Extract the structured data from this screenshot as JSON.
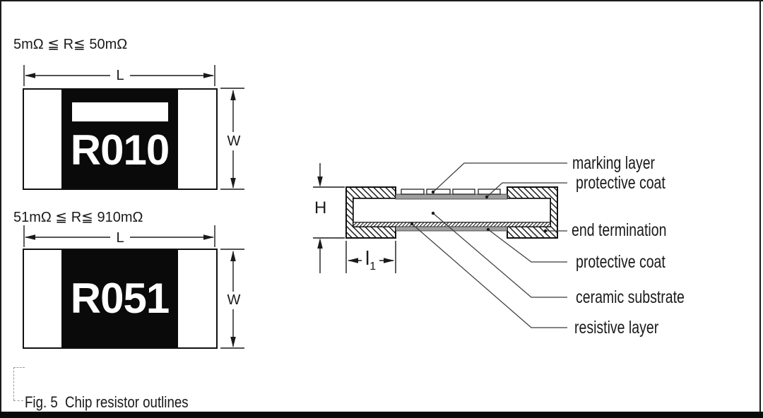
{
  "figure": {
    "caption_label": "Fig. 5",
    "caption_title": "Chip resistor outlines"
  },
  "resistors": [
    {
      "range": "5mΩ ≦ R≦ 50mΩ",
      "marking": "R010",
      "has_blank_marking_stripe": true,
      "length_dim": "L",
      "width_dim": "W"
    },
    {
      "range": "51mΩ ≦ R≦ 910mΩ",
      "marking": "R051",
      "has_blank_marking_stripe": false,
      "length_dim": "L",
      "width_dim": "W"
    }
  ],
  "cross_section": {
    "height_dim": "H",
    "inner_length_dim_main": "l",
    "inner_length_dim_sub": "1",
    "marking_layer_segments": 4,
    "labels": {
      "marking_layer": "marking layer",
      "protective_coat_top": "protective coat",
      "end_termination": "end termination",
      "protective_coat_bottom": "protective coat",
      "ceramic_substrate": "ceramic substrate",
      "resistive_layer": "resistive layer"
    }
  },
  "colors": {
    "line": "#1a1a1a",
    "resistor_body": "#0a0a0a",
    "protective_coat_gray": "#9e9e9e",
    "background": "#ffffff"
  }
}
